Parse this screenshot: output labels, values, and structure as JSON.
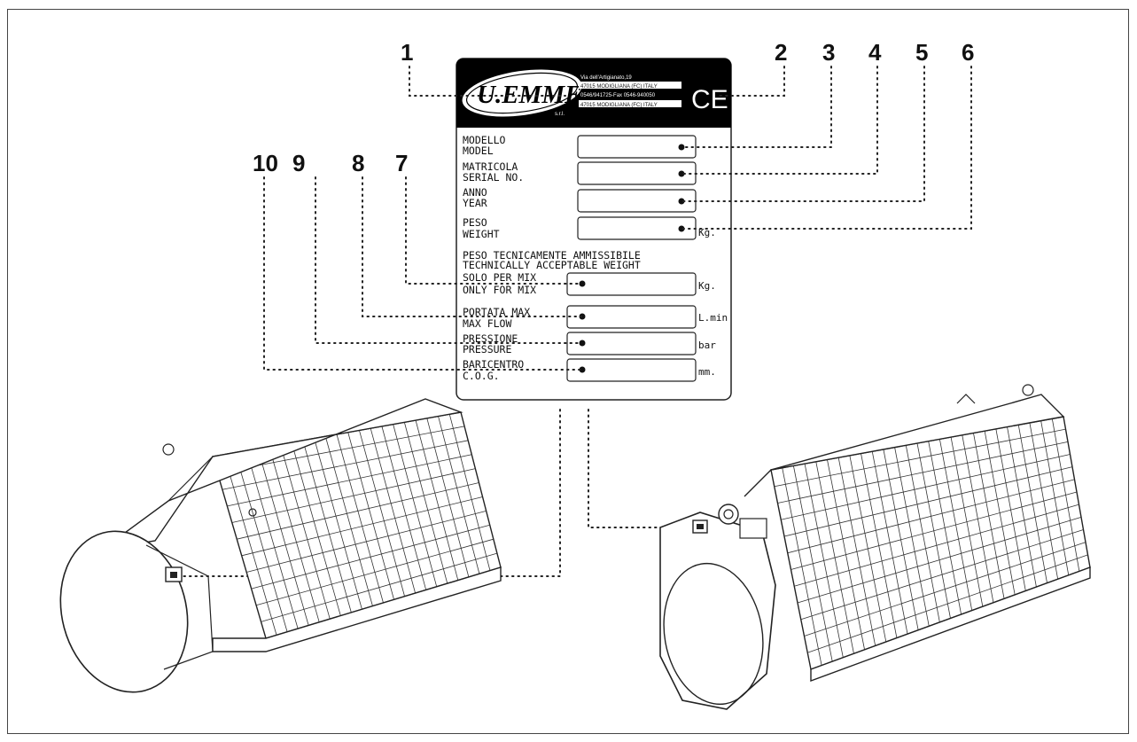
{
  "callouts": [
    "1",
    "2",
    "3",
    "4",
    "5",
    "6",
    "7",
    "8",
    "9",
    "10"
  ],
  "plate": {
    "logo": "U.EMME",
    "logo_suffix": "s.r.l.",
    "address_lines": [
      "Via dell'Artigianato,19",
      "47015 MODIGLIANA (FC) ITALY",
      "0546/941725-Fax 0546-940050",
      "47015 MODIGLIANA (FC) ITALY"
    ],
    "ce_mark": "CE",
    "fields": [
      {
        "it": "MODELLO",
        "en": "MODEL",
        "unit": ""
      },
      {
        "it": "MATRICOLA",
        "en": "SERIAL NO.",
        "unit": ""
      },
      {
        "it": "ANNO",
        "en": "YEAR",
        "unit": ""
      },
      {
        "it": "PESO",
        "en": "WEIGHT",
        "unit": "Kg."
      }
    ],
    "tech_header": [
      "PESO TECNICAMENTE AMMISSIBILE",
      "TECHNICALLY ACCEPTABLE WEIGHT"
    ],
    "tech_fields": [
      {
        "it": "SOLO PER MIX",
        "en": "ONLY FOR MIX",
        "unit": "Kg."
      },
      {
        "it": "PORTATA MAX",
        "en": "MAX FLOW",
        "unit": "L.min"
      },
      {
        "it": "PRESSIONE",
        "en": "PRESSURE",
        "unit": "bar"
      },
      {
        "it": "BARICENTRO",
        "en": "C.O.G.",
        "unit": "mm."
      }
    ]
  },
  "colors": {
    "plate_header": "#000000",
    "line": "#222222"
  }
}
